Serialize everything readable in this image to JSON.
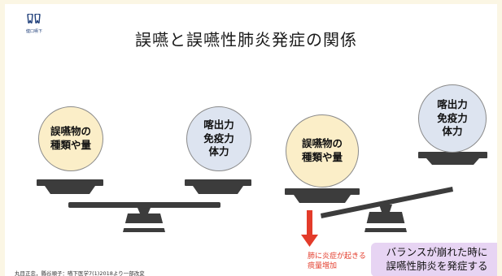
{
  "logo": {
    "caption": "健口嚥下"
  },
  "title": "誤嚥と誤嚥性肺炎発症の関係",
  "left_scale": {
    "left_circle": [
      "誤嚥物の",
      "種類や量"
    ],
    "right_circle": [
      "喀出力",
      "免疫力",
      "体力"
    ]
  },
  "right_scale": {
    "left_circle": [
      "誤嚥物の",
      "種類や量"
    ],
    "right_circle": [
      "喀出力",
      "免疫力",
      "体力"
    ]
  },
  "arrow_label": [
    "肺に炎症が起きる",
    "痰量増加"
  ],
  "balance_note": [
    "バランスが崩れた時に",
    "誤嚥性肺炎を発症する"
  ],
  "citation": "丸目正忠，縣谷順子：嚥下医学7(1)2018より一部改変",
  "colors": {
    "yellow_circle": "#fbeec8",
    "blue_circle": "#dde4f0",
    "scale_dark": "#3c3c3c",
    "arrow_red": "#e33b2a",
    "note_purple": "#e7d4f3",
    "logo_blue": "#1f3f7a"
  }
}
